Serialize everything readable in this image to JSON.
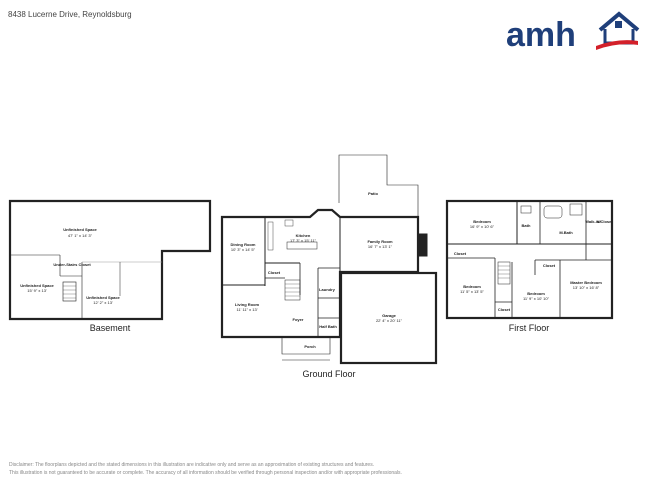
{
  "address": "8438 Lucerne Drive, Reynoldsburg",
  "logo": {
    "text": "amh",
    "brand_color": "#1f3f7a",
    "accent_color": "#d3202a"
  },
  "floors": {
    "basement": {
      "title": "Basement",
      "rooms": [
        {
          "name": "Unfinished Space",
          "size": "47' 1\" x 14' 3\""
        },
        {
          "name": "Under-Stairs Closet",
          "size": ""
        },
        {
          "name": "Unfinished Space",
          "size": "15' 9\" x 13'"
        },
        {
          "name": "Unfinished Space",
          "size": "12' 2\" x 13'"
        }
      ]
    },
    "ground": {
      "title": "Ground Floor",
      "rooms": [
        {
          "name": "Patio",
          "size": ""
        },
        {
          "name": "Kitchen",
          "size": "17' 3\" x 15' 11\""
        },
        {
          "name": "Dining Room",
          "size": "10' 3\" x 14' 5\""
        },
        {
          "name": "Family Room",
          "size": "16' 7\" x 13' 1\""
        },
        {
          "name": "Fireplace",
          "size": ""
        },
        {
          "name": "Closet",
          "size": ""
        },
        {
          "name": "Laundry",
          "size": ""
        },
        {
          "name": "Living Room",
          "size": "11' 11\" x 13'"
        },
        {
          "name": "Foyer",
          "size": ""
        },
        {
          "name": "Half Bath",
          "size": ""
        },
        {
          "name": "Garage",
          "size": "22' 4\" x 20' 11\""
        },
        {
          "name": "Porch",
          "size": ""
        }
      ]
    },
    "first": {
      "title": "First Floor",
      "rooms": [
        {
          "name": "Bedroom",
          "size": "16' 9\" x 10' 6\""
        },
        {
          "name": "Bath",
          "size": ""
        },
        {
          "name": "M.Bath",
          "size": ""
        },
        {
          "name": "Walk-in Closet",
          "size": ""
        },
        {
          "name": "Closet",
          "size": ""
        },
        {
          "name": "Closet",
          "size": ""
        },
        {
          "name": "Bedroom",
          "size": "11' 5\" x 13' 5\""
        },
        {
          "name": "Bedroom",
          "size": "11' 9\" x 10' 10\""
        },
        {
          "name": "Master Bedroom",
          "size": "13' 10\" x 16' 8\""
        },
        {
          "name": "Closet",
          "size": ""
        }
      ]
    }
  },
  "disclaimer": [
    "Disclaimer: The floorplans depicted and the stated dimensions in this illustration are indicative only and serve as an approximation of existing structures and features.",
    "This illustration is not guaranteed to be accurate or complete. The accuracy of all information should be verified through personal inspection and/or with appropriate professionals."
  ]
}
